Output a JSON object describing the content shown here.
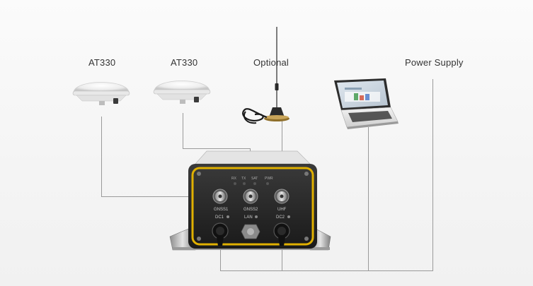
{
  "labels": {
    "antenna_1": "AT330",
    "antenna_2": "AT330",
    "radio_antenna": "Optional",
    "power": "Power Supply"
  },
  "receiver": {
    "leds": [
      "RX",
      "TX",
      "SAT",
      "PWR"
    ],
    "ports": {
      "gnss1": "GNSS1",
      "gnss2": "GNSS2",
      "uhf": "UHF",
      "dc1": "DC1",
      "lan": "LAN",
      "dc2": "DC2"
    }
  },
  "colors": {
    "frame": "#e0b000",
    "body": "#1f1f1f",
    "wire": "#9a9a9a"
  }
}
